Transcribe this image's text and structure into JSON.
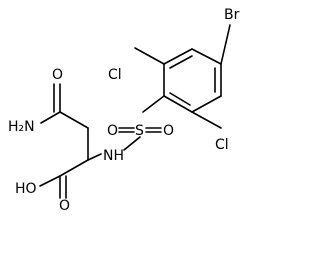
{
  "molecule": {
    "atom_labels": {
      "br": "Br",
      "cl_top": "Cl",
      "cl_right": "Cl",
      "sulfur": "S",
      "oxygen_s_left": "O",
      "oxygen_s_right": "O",
      "nh": "NH",
      "oxygen_amide": "O",
      "nh2": "H₂N",
      "oh": "HO",
      "oxygen_acid": "O"
    }
  }
}
